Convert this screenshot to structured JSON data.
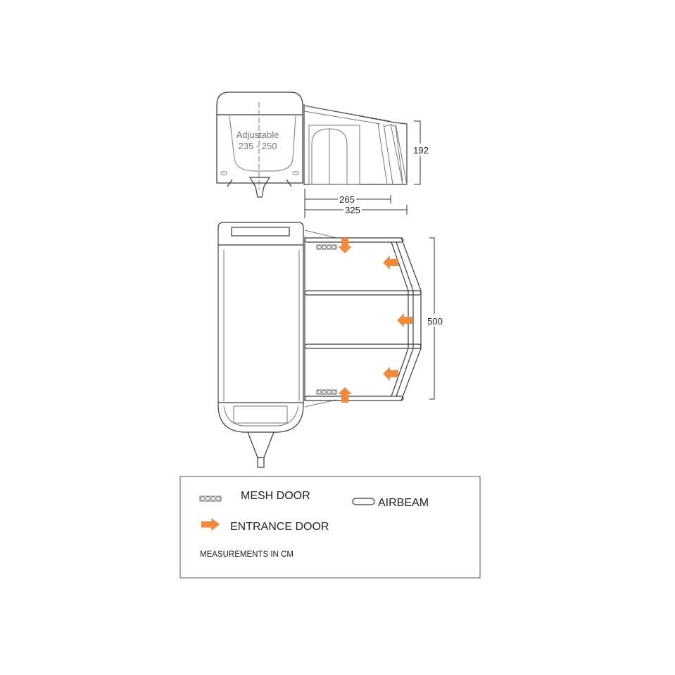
{
  "side_view": {
    "adjustable_label": "Adjustable",
    "adjustable_range": "235 - 250",
    "height_dimension": "192",
    "depth_inner_dimension": "265",
    "depth_outer_dimension": "325"
  },
  "plan_view": {
    "width_dimension": "500"
  },
  "legend": {
    "mesh_door": "MESH DOOR",
    "airbeam": "AIRBEAM",
    "entrance_door": "ENTRANCE DOOR",
    "measurements_note": "MEASUREMENTS IN CM"
  },
  "colors": {
    "entrance_arrow": "#f08a3c",
    "line": "#3a3a3a"
  }
}
